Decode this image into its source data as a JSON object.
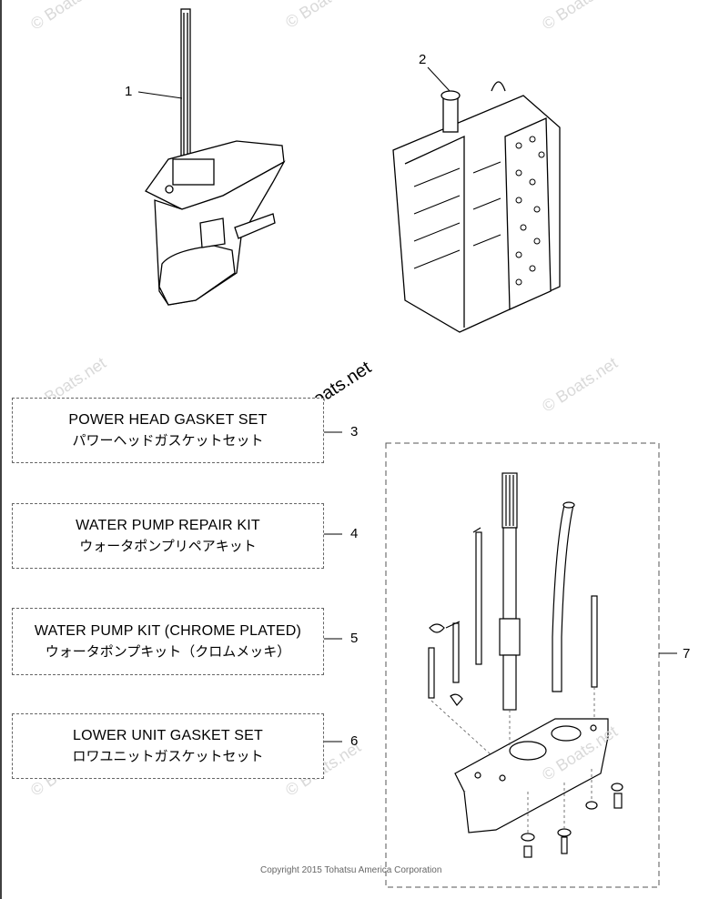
{
  "callouts": [
    "1",
    "2",
    "3",
    "4",
    "5",
    "6",
    "7"
  ],
  "kits": [
    {
      "en": "POWER HEAD GASKET SET",
      "jp": "パワーヘッドガスケットセット"
    },
    {
      "en": "WATER PUMP REPAIR KIT",
      "jp": "ウォータポンプリペアキット"
    },
    {
      "en": "WATER PUMP KIT (CHROME PLATED)",
      "jp": "ウォータポンプキット（クロムメッキ）"
    },
    {
      "en": "LOWER UNIT GASKET SET",
      "jp": "ロワユニットガスケットセット"
    }
  ],
  "watermark": "© Boats.net",
  "copyright": "Copyright 2015 Tohatsu America Corporation"
}
